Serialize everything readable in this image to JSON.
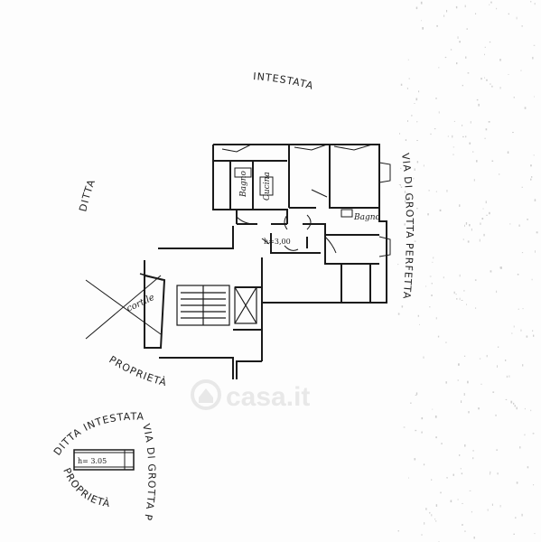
{
  "rooms": {
    "bagno_left": "Bagno",
    "cucina": "Cucina",
    "bagno_right": "Bagno",
    "cortile": "cortile"
  },
  "heights": {
    "main": "h=3,00",
    "small": "h= 3.05"
  },
  "arcs": {
    "top_left": "DITTA",
    "top_right": "INTESTATA",
    "via": "VIA DI GROTTA PERFETTA",
    "bottom": "PROPRIETÀ",
    "mini_top": "DITTA INTESTATA",
    "mini_via": "VIA DI GROTTA PERFETTA",
    "mini_bottom": "PROPRIETÀ"
  },
  "watermark": "casa.it",
  "colors": {
    "ink": "#1a1a1a",
    "paper": "#fdfdfd",
    "watermark": "#d8d8d8"
  }
}
